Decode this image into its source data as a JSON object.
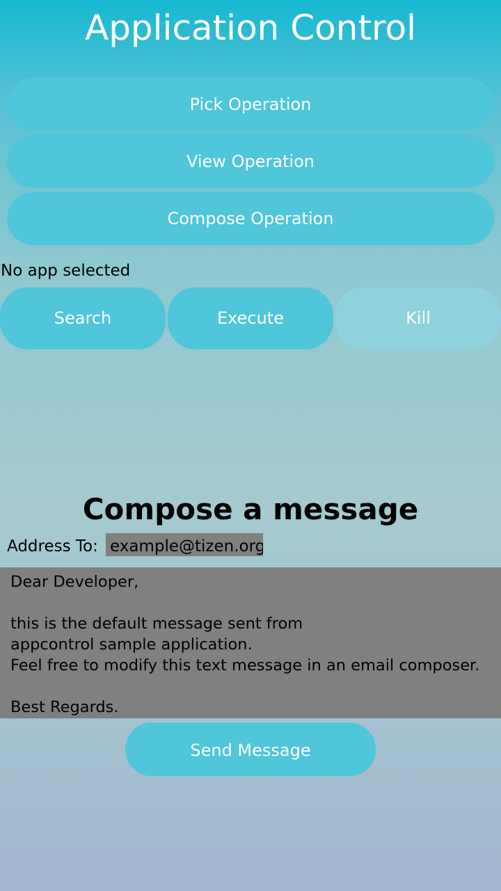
{
  "header": {
    "title": "Application Control"
  },
  "operations": {
    "pick_label": "Pick Operation",
    "view_label": "View Operation",
    "compose_label": "Compose Operation"
  },
  "status": {
    "text": "No app selected"
  },
  "actions": {
    "search_label": "Search",
    "execute_label": "Execute",
    "kill_label": "Kill",
    "kill_enabled": false
  },
  "compose": {
    "title": "Compose a message",
    "address_label": "Address To:",
    "address_value": "example@tizen.org",
    "message_lines": [
      "Dear Developer,",
      "",
      "this is the default message sent from",
      "appcontrol sample application.",
      "Feel free to modify this text message in an email composer.",
      "",
      "Best Regards."
    ],
    "send_label": "Send Message"
  },
  "colors": {
    "button": "#4fc6da",
    "button_disabled": "#8fd1dc",
    "field": "#808080"
  }
}
